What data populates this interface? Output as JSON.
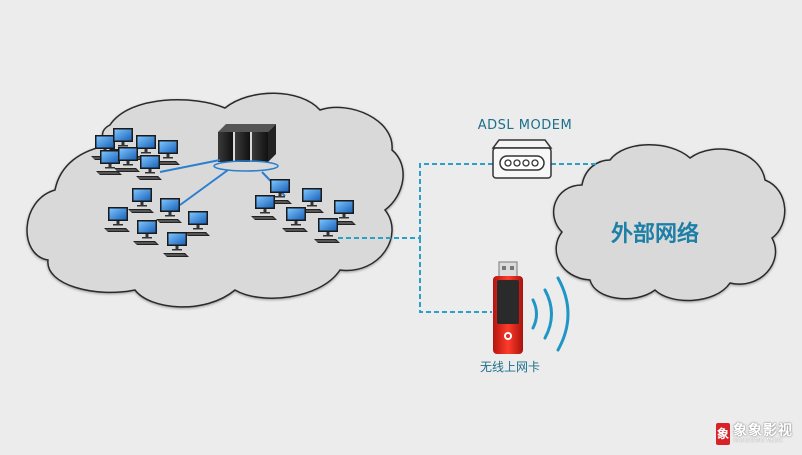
{
  "diagram": {
    "modem_label": "ADSL MODEM",
    "external_network_label": "外部网络",
    "usb_label": "无线上网卡"
  },
  "watermark": {
    "text_cn": "象象影视",
    "text_en": "XIANGXIANG MEDIA"
  },
  "colors": {
    "background": "#ececec",
    "cloud_fill": "#d9d9d9",
    "cloud_stroke": "#2b2b2b",
    "link_dashed": "#2aa1c9",
    "accent_text": "#1d7fa6",
    "usb_red": "#e02a22",
    "monitor_blue": "#2a7fd0"
  }
}
